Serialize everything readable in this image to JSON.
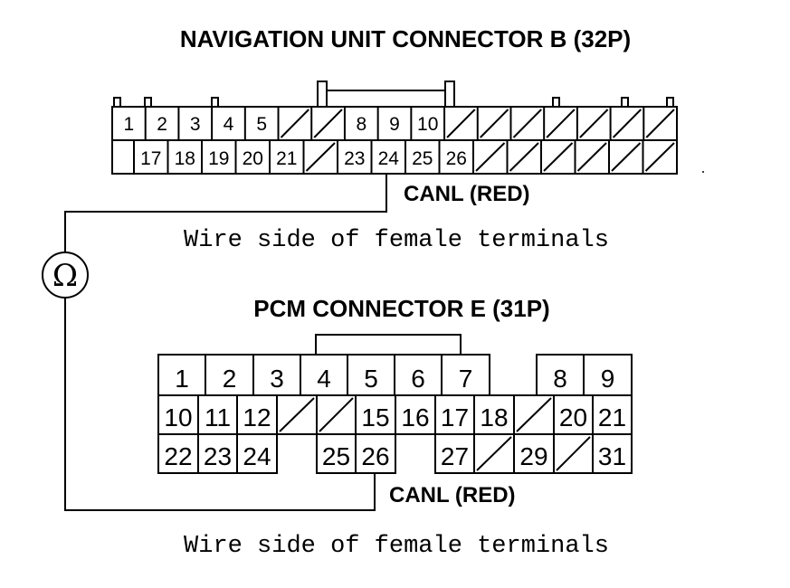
{
  "connector_b": {
    "title": "NAVIGATION UNIT CONNECTOR B (32P)",
    "top_row": [
      "1",
      "2",
      "3",
      "4",
      "5",
      "",
      "",
      "8",
      "9",
      "10",
      "",
      "",
      "",
      "",
      "",
      "",
      ""
    ],
    "bottom_row": [
      "17",
      "18",
      "19",
      "20",
      "21",
      "",
      "23",
      "24",
      "25",
      "26",
      "",
      "",
      "",
      "",
      "",
      ""
    ],
    "probe_label": "CANL (RED)",
    "caption": "Wire side of female terminals"
  },
  "connector_e": {
    "title": "PCM CONNECTOR E (31P)",
    "row1": [
      "1",
      "2",
      "3",
      "4",
      "5",
      "6",
      "7",
      "",
      "8",
      "9"
    ],
    "row2": [
      "10",
      "11",
      "12",
      "",
      "",
      "15",
      "16",
      "17",
      "18",
      "",
      "20",
      "21"
    ],
    "row3": [
      "22",
      "23",
      "24",
      "",
      "25",
      "26",
      "",
      "27",
      "",
      "29",
      "",
      "31"
    ],
    "probe_label": "CANL (RED)",
    "caption": "Wire side of female terminals"
  },
  "meter": {
    "symbol": "Ω"
  }
}
